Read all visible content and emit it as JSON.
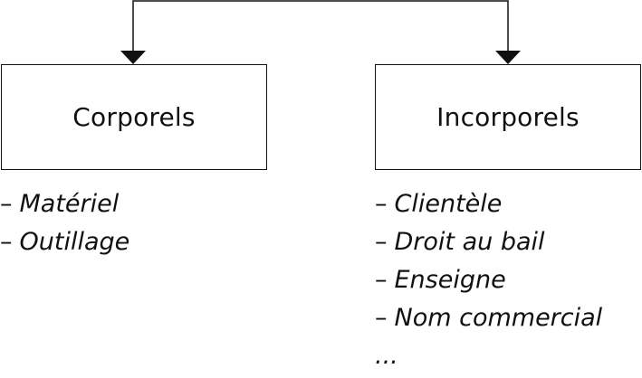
{
  "diagram": {
    "left_node": {
      "label": "Corporels",
      "items": [
        "Matériel",
        "Outillage"
      ]
    },
    "right_node": {
      "label": "Incorporels",
      "items": [
        "Clientèle",
        "Droit au bail",
        "Enseigne",
        "Nom commercial"
      ],
      "continuation": "..."
    },
    "bullet": "–",
    "line_color": "#111111"
  }
}
